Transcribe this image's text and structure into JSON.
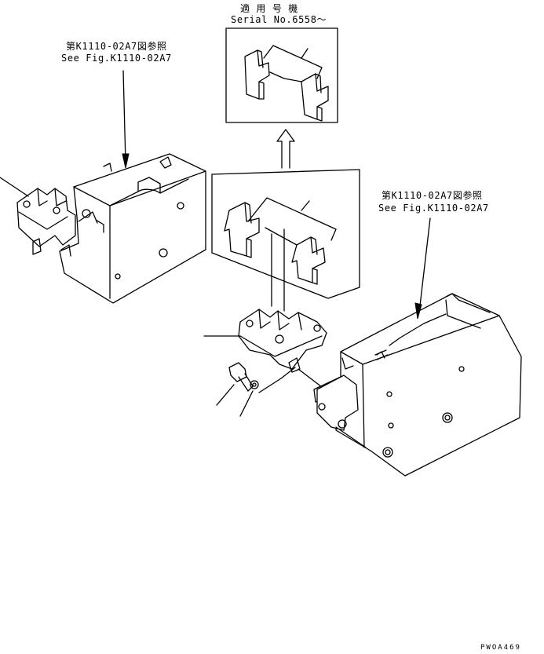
{
  "labels": {
    "applicable_jp": "適 用 号 機",
    "applicable_serial": "Serial No.6558～",
    "ref_left_jp": "第K1110-02A7図参照",
    "ref_left_en": "See Fig.K1110-02A7",
    "ref_right_jp": "第K1110-02A7図参照",
    "ref_right_en": "See Fig.K1110-02A7",
    "drawing_code": "PWOA469"
  }
}
